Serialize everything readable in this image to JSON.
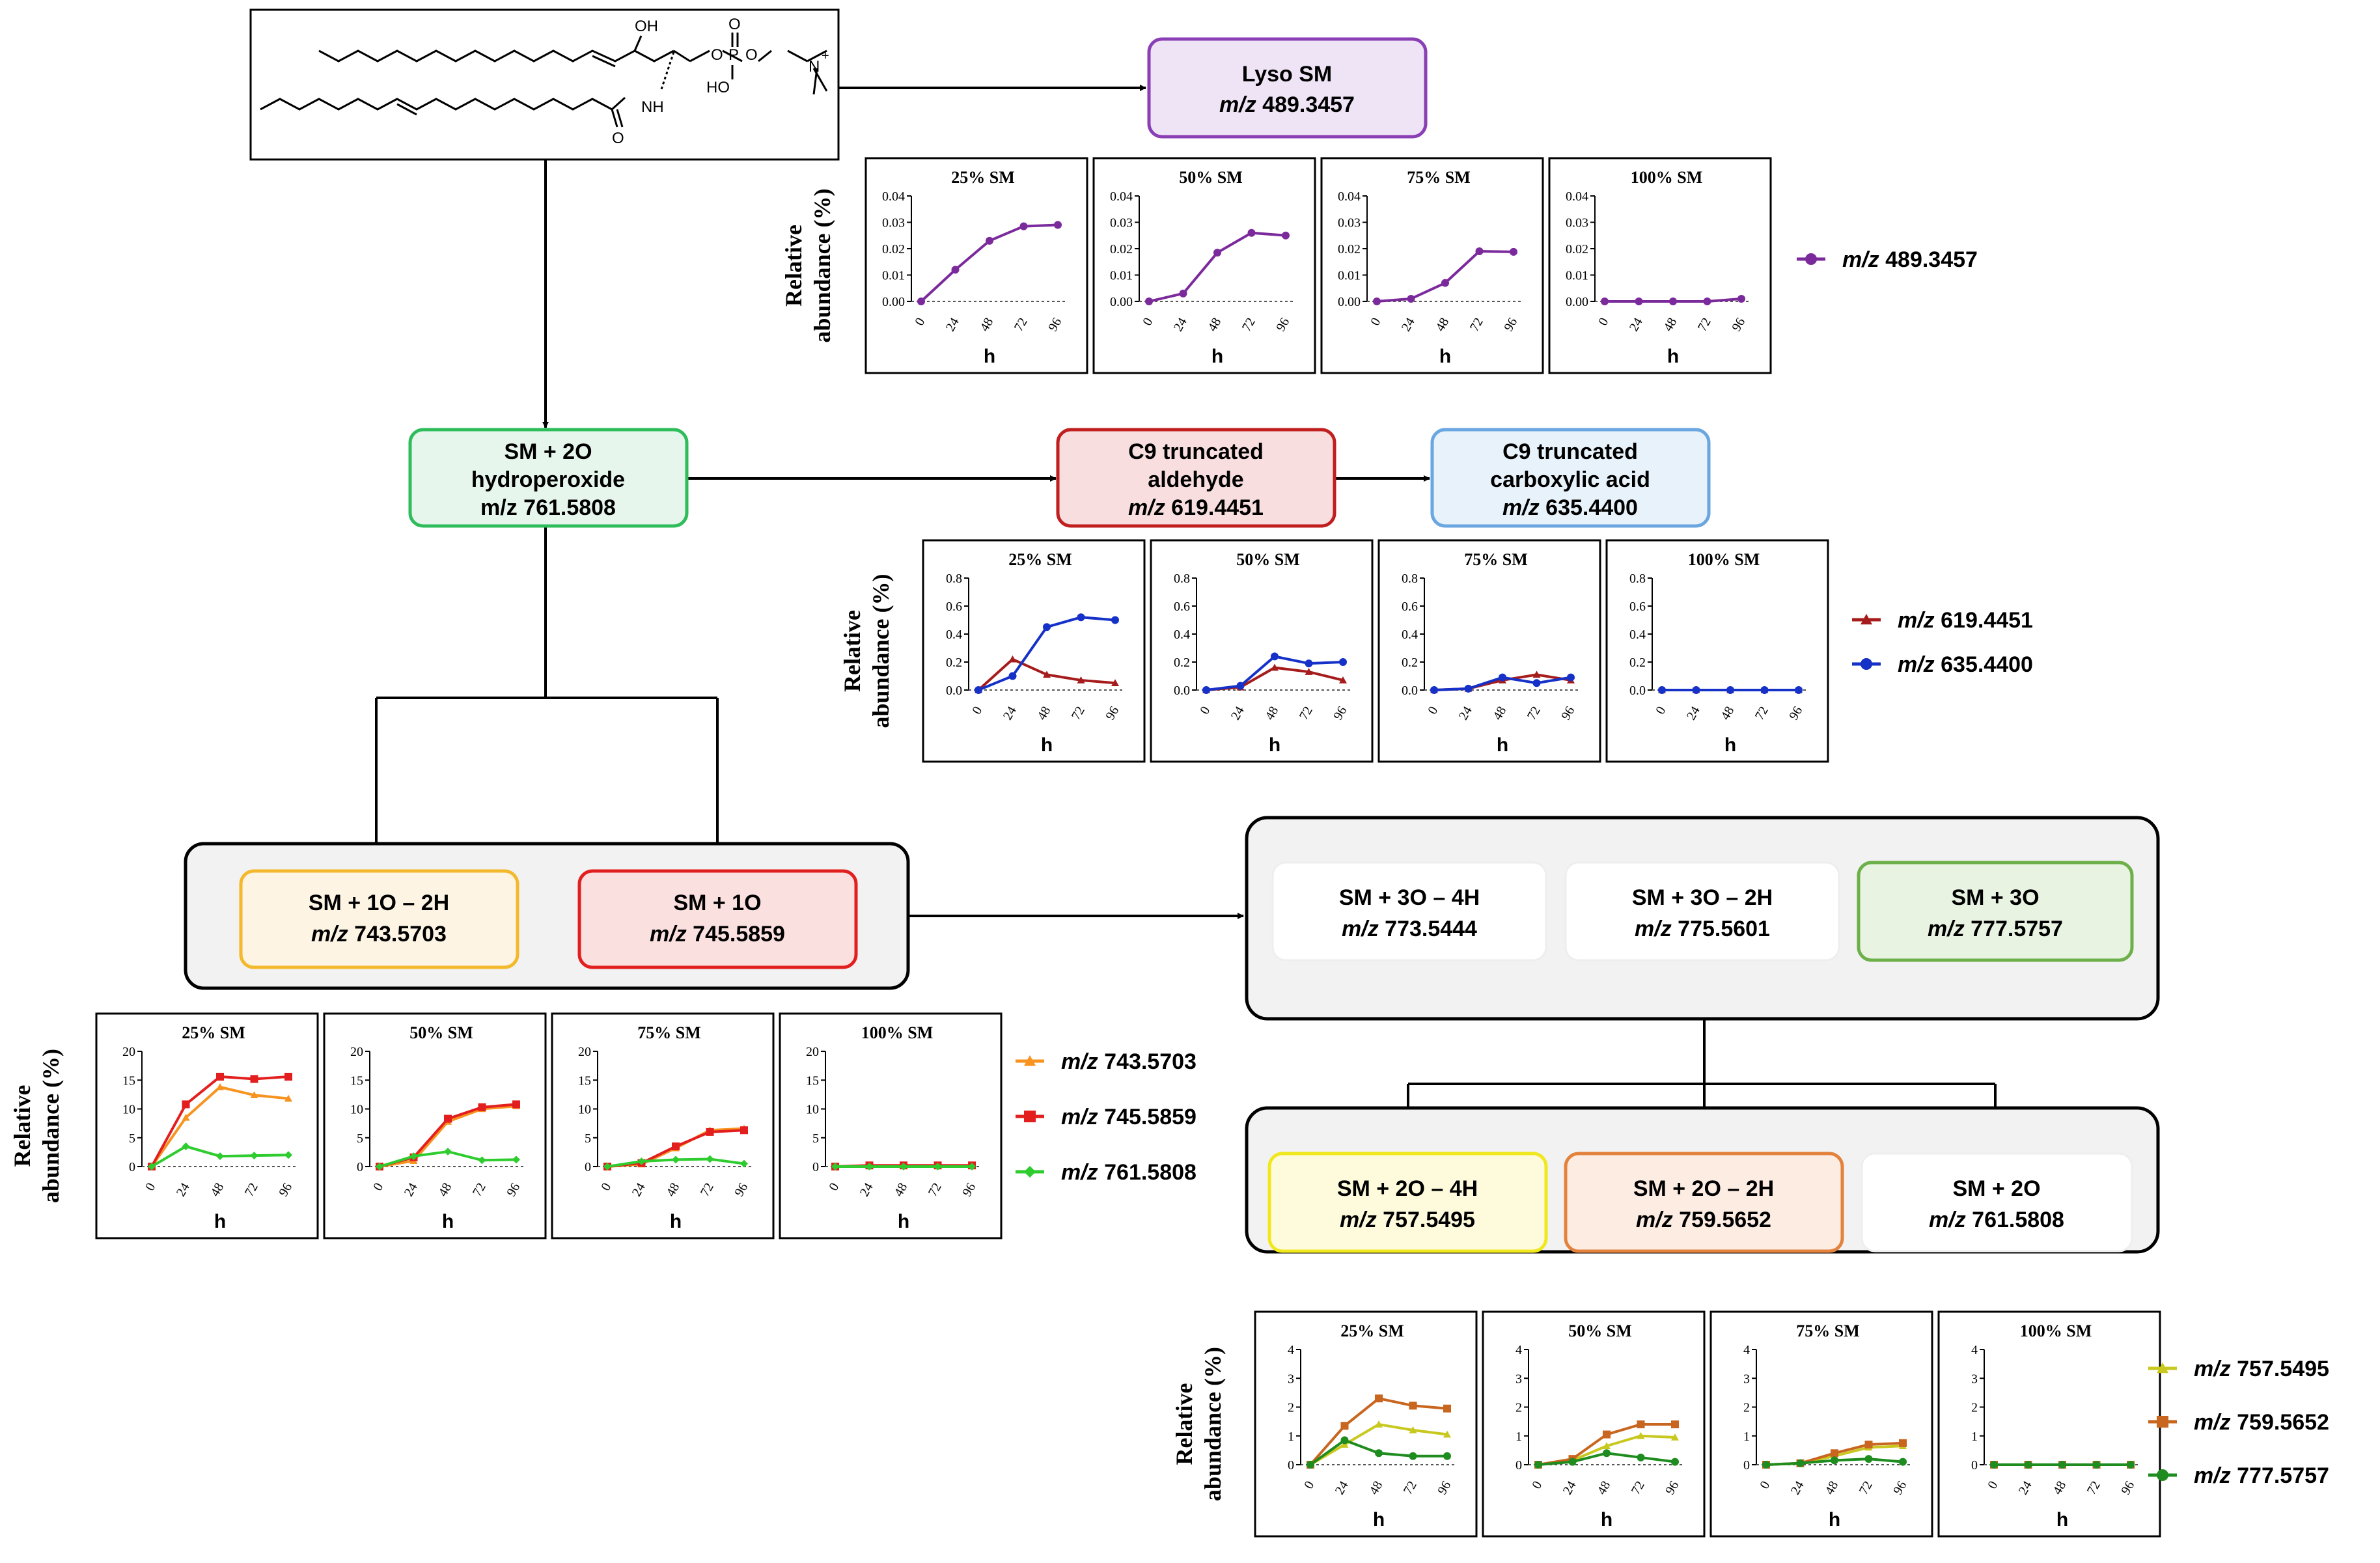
{
  "structure": {
    "atoms": [
      "OH",
      "P",
      "O",
      "O",
      "O",
      "HO",
      "N",
      "+",
      "NH",
      "O"
    ]
  },
  "nodes": {
    "lyso": {
      "line1": "Lyso SM",
      "mz_prefix": "m/z",
      "mz_value": "489.3457"
    },
    "hydroperoxide": {
      "line1": "SM + 2O",
      "line2": "hydroperoxide",
      "line3": "m/z 761.5808"
    },
    "aldehyde": {
      "line1": "C9 truncated",
      "line2": "aldehyde",
      "mz_prefix": "m/z",
      "mz_value": "619.4451"
    },
    "acid": {
      "line1": "C9 truncated",
      "line2": "carboxylic acid",
      "mz_prefix": "m/z",
      "mz_value": "635.4400"
    },
    "sm1o2h": {
      "line1": "SM + 1O – 2H",
      "mz_prefix": "m/z",
      "mz_value": "743.5703"
    },
    "sm1o": {
      "line1": "SM + 1O",
      "mz_prefix": "m/z",
      "mz_value": "745.5859"
    },
    "sm3o4h": {
      "line1": "SM + 3O – 4H",
      "mz_prefix": "m/z",
      "mz_value": "773.5444"
    },
    "sm3o2h": {
      "line1": "SM + 3O – 2H",
      "mz_prefix": "m/z",
      "mz_value": "775.5601"
    },
    "sm3o": {
      "line1": "SM + 3O",
      "mz_prefix": "m/z",
      "mz_value": "777.5757"
    },
    "sm2o4h": {
      "line1": "SM + 2O – 4H",
      "mz_prefix": "m/z",
      "mz_value": "757.5495"
    },
    "sm2o2h": {
      "line1": "SM + 2O – 2H",
      "mz_prefix": "m/z",
      "mz_value": "759.5652"
    },
    "sm2o": {
      "line1": "SM + 2O",
      "mz_prefix": "m/z",
      "mz_value": "761.5808"
    }
  },
  "chart_data": [
    {
      "type": "line",
      "ylabel_line1": "Relative",
      "ylabel_line2": "abundance (%)",
      "xlabel": "h",
      "x": [
        0,
        24,
        48,
        72,
        96
      ],
      "ylim": [
        0,
        0.04
      ],
      "yticks": [
        "0.00",
        "0.01",
        "0.02",
        "0.03",
        "0.04"
      ],
      "panels": [
        "25% SM",
        "50% SM",
        "75% SM",
        "100% SM"
      ],
      "series": [
        {
          "label_prefix": "m/z",
          "label_value": "489.3457",
          "color": "#7B2A9C",
          "marker": "circle",
          "values": [
            [
              0,
              0.012,
              0.023,
              0.0285,
              0.029
            ],
            [
              0,
              0.003,
              0.0185,
              0.026,
              0.025
            ],
            [
              0,
              0.001,
              0.007,
              0.019,
              0.0188
            ],
            [
              0,
              0,
              0,
              0,
              0.001
            ]
          ]
        }
      ]
    },
    {
      "type": "line",
      "ylabel_line1": "Relative",
      "ylabel_line2": "abundance (%)",
      "xlabel": "h",
      "x": [
        0,
        24,
        48,
        72,
        96
      ],
      "ylim": [
        0,
        0.8
      ],
      "yticks": [
        "0.0",
        "0.2",
        "0.4",
        "0.6",
        "0.8"
      ],
      "panels": [
        "25% SM",
        "50% SM",
        "75% SM",
        "100% SM"
      ],
      "series": [
        {
          "label_prefix": "m/z",
          "label_value": "619.4451",
          "color": "#A61C1C",
          "marker": "triangle",
          "values": [
            [
              0,
              0.22,
              0.11,
              0.07,
              0.05
            ],
            [
              0,
              0.02,
              0.16,
              0.13,
              0.07
            ],
            [
              0,
              0.01,
              0.07,
              0.11,
              0.07
            ],
            [
              0,
              0,
              0,
              0,
              0
            ]
          ]
        },
        {
          "label_prefix": "m/z",
          "label_value": "635.4400",
          "color": "#1531C8",
          "marker": "circle",
          "values": [
            [
              0,
              0.1,
              0.45,
              0.52,
              0.5
            ],
            [
              0,
              0.03,
              0.24,
              0.19,
              0.2
            ],
            [
              0,
              0.01,
              0.09,
              0.05,
              0.09
            ],
            [
              0,
              0,
              0,
              0,
              0
            ]
          ]
        }
      ]
    },
    {
      "type": "line",
      "ylabel_line1": "Relative",
      "ylabel_line2": "abundance (%)",
      "xlabel": "h",
      "x": [
        0,
        24,
        48,
        72,
        96
      ],
      "ylim": [
        0,
        20
      ],
      "yticks": [
        "0",
        "5",
        "10",
        "15",
        "20"
      ],
      "panels": [
        "25% SM",
        "50% SM",
        "75% SM",
        "100% SM"
      ],
      "series": [
        {
          "label_prefix": "m/z",
          "label_value": "743.5703",
          "color": "#F7931E",
          "marker": "triangle",
          "values": [
            [
              0,
              8.5,
              13.8,
              12.4,
              11.8
            ],
            [
              0,
              1.0,
              7.8,
              10.0,
              10.5
            ],
            [
              0,
              0.4,
              3.2,
              6.3,
              6.6
            ],
            [
              0,
              0.1,
              0.1,
              0.1,
              0.1
            ]
          ]
        },
        {
          "label_prefix": "m/z",
          "label_value": "745.5859",
          "color": "#E31E1E",
          "marker": "square",
          "values": [
            [
              0,
              10.8,
              15.6,
              15.2,
              15.6
            ],
            [
              0,
              1.6,
              8.3,
              10.3,
              10.8
            ],
            [
              0,
              0.6,
              3.5,
              6.0,
              6.3
            ],
            [
              0,
              0.2,
              0.2,
              0.2,
              0.2
            ]
          ]
        },
        {
          "label_prefix": "m/z",
          "label_value": "761.5808",
          "color": "#2ECC2E",
          "marker": "diamond",
          "values": [
            [
              0,
              3.5,
              1.8,
              1.9,
              2.0
            ],
            [
              0,
              1.8,
              2.6,
              1.1,
              1.2
            ],
            [
              0,
              0.9,
              1.2,
              1.3,
              0.5
            ],
            [
              0,
              0,
              0,
              0,
              0
            ]
          ]
        }
      ]
    },
    {
      "type": "line",
      "ylabel_line1": "Relative",
      "ylabel_line2": "abundance (%)",
      "xlabel": "h",
      "x": [
        0,
        24,
        48,
        72,
        96
      ],
      "ylim": [
        0,
        4
      ],
      "yticks": [
        "0",
        "1",
        "2",
        "3",
        "4"
      ],
      "panels": [
        "25% SM",
        "50% SM",
        "75% SM",
        "100% SM"
      ],
      "series": [
        {
          "label_prefix": "m/z",
          "label_value": "757.5495",
          "color": "#C8C81E",
          "marker": "triangle",
          "values": [
            [
              0,
              0.7,
              1.4,
              1.2,
              1.05
            ],
            [
              0,
              0.15,
              0.65,
              1.0,
              0.95
            ],
            [
              0,
              0.05,
              0.3,
              0.6,
              0.65
            ],
            [
              0,
              0,
              0,
              0,
              0
            ]
          ]
        },
        {
          "label_prefix": "m/z",
          "label_value": "759.5652",
          "color": "#C8651E",
          "marker": "square",
          "values": [
            [
              0,
              1.35,
              2.3,
              2.05,
              1.95
            ],
            [
              0,
              0.2,
              1.05,
              1.4,
              1.4
            ],
            [
              0,
              0.05,
              0.4,
              0.7,
              0.75
            ],
            [
              0,
              0,
              0,
              0,
              0
            ]
          ]
        },
        {
          "label_prefix": "m/z",
          "label_value": "777.5757",
          "color": "#1E8C1E",
          "marker": "circle",
          "values": [
            [
              0,
              0.85,
              0.4,
              0.3,
              0.3
            ],
            [
              0,
              0.1,
              0.4,
              0.25,
              0.1
            ],
            [
              0,
              0.05,
              0.15,
              0.2,
              0.1
            ],
            [
              0,
              0,
              0,
              0,
              0
            ]
          ]
        }
      ]
    }
  ]
}
